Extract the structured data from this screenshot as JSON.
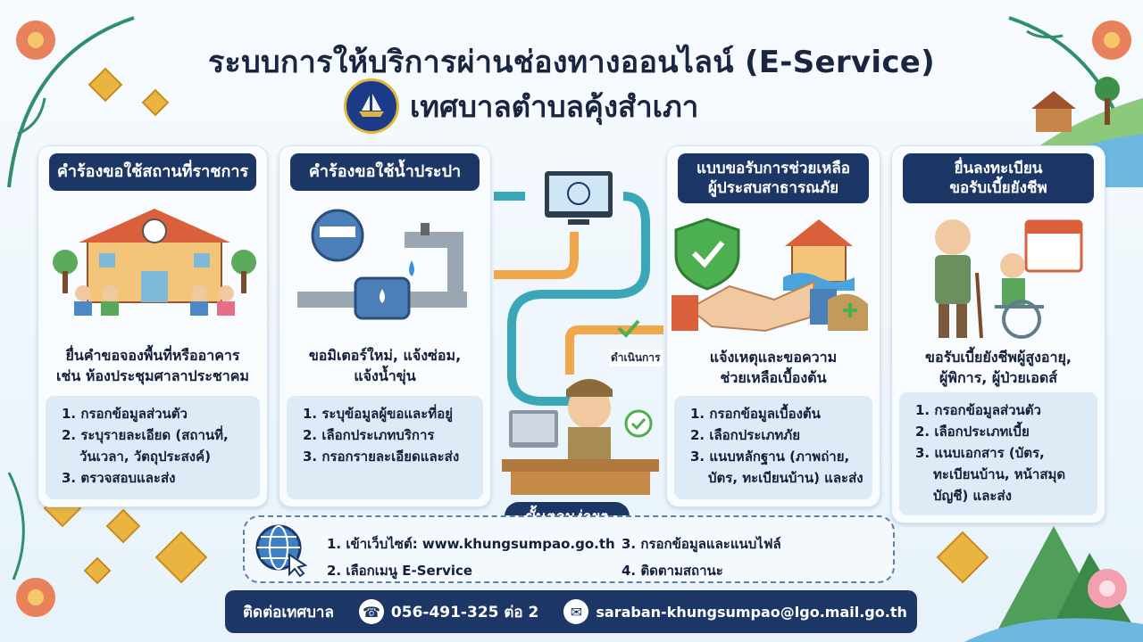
{
  "header": {
    "title": "ระบบการให้บริการผ่านช่องทางออนไลน์ (E-Service)",
    "subtitle": "เทศบาลตำบลคุ้งสำเภา"
  },
  "cards": [
    {
      "title": "คำร้องขอใช้สถานที่ราชการ",
      "desc": [
        "ยื่นคำขอจองพื้นที่หรืออาคาร",
        "เช่น ห้องประชุมศาลาประชาคม"
      ],
      "steps": [
        "1. กรอกข้อมูลส่วนตัว",
        "2. ระบุรายละเอียด (สถานที่,",
        "วันเวลา, วัตถุประสงค์)",
        "3. ตรวจสอบและส่ง"
      ]
    },
    {
      "title": "คำร้องขอใช้น้ำประปา",
      "desc": [
        "ขอมิเตอร์ใหม่, แจ้งซ่อม,",
        "แจ้งน้ำขุ่น"
      ],
      "steps": [
        "1. ระบุข้อมูลผู้ขอและที่อยู่",
        "2. เลือกประเภทบริการ",
        "3. กรอกรายละเอียดและส่ง"
      ]
    },
    {
      "title": [
        "แบบขอรับการช่วยเหลือ",
        "ผู้ประสบสาธารณภัย"
      ],
      "desc": [
        "แจ้งเหตุและขอความ",
        "ช่วยเหลือเบื้องต้น"
      ],
      "steps": [
        "1. กรอกข้อมูลเบื้องต้น",
        "2. เลือกประเภทภัย",
        "3. แนบหลักฐาน (ภาพถ่าย,",
        "บัตร, ทะเบียนบ้าน) และส่ง"
      ]
    },
    {
      "title": [
        "ยื่นลงทะเบียน",
        "ขอรับเบี้ยยังชีพ"
      ],
      "desc": [
        "ขอรับเบี้ยยังชีพผู้สูงอายุ,",
        "ผู้พิการ, ผู้ป่วยเอดส์"
      ],
      "steps": [
        "1. กรอกข้อมูลส่วนตัว",
        "2. เลือกประเภทเบี้ย",
        "3. แนบเอกสาร (บัตร,",
        "ทะเบียนบ้าน, หน้าสมุด",
        "บัญชี) และส่ง"
      ]
    }
  ],
  "center": {
    "ops_label": "ดำเนินการ",
    "easy_label": "ขั้นตอนง่ายๆ"
  },
  "easy_steps": [
    "1. เข้าเว็บไซต์: www.khungsumpao.go.th",
    "3. กรอกข้อมูลและแนบไฟล์",
    "2. เลือกเมนู E-Service",
    "4. ติดตามสถานะ"
  ],
  "contact": {
    "label": "ติดต่อเทศบาล",
    "phone": "056-491-325 ต่อ 2",
    "email": "saraban-khungsumpao@lgo.mail.go.th"
  },
  "colors": {
    "navy": "#1c3766",
    "teal": "#3aa7b8",
    "orange": "#f0a64a",
    "green": "#4caf50"
  }
}
